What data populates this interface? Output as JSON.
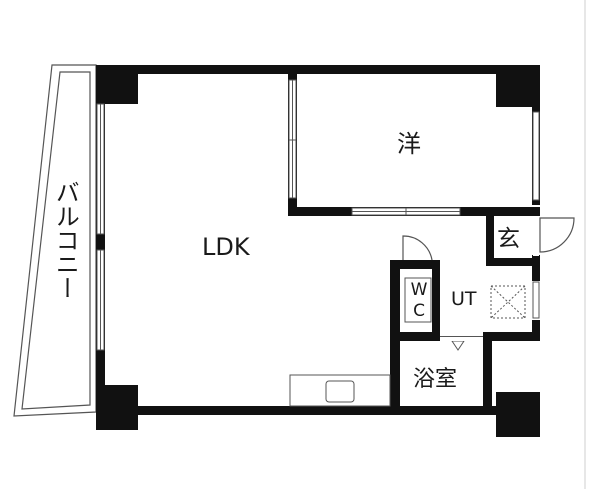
{
  "floor_plan": {
    "rooms": {
      "ldk": "LDK",
      "western": "洋",
      "entrance": "玄",
      "utility": "UT",
      "bath": "浴室",
      "balcony": "バルコニー",
      "toilet_top": "W",
      "toilet_bottom": "C"
    },
    "colors": {
      "wall": "#111111",
      "line": "#555555",
      "background": "#ffffff"
    }
  }
}
